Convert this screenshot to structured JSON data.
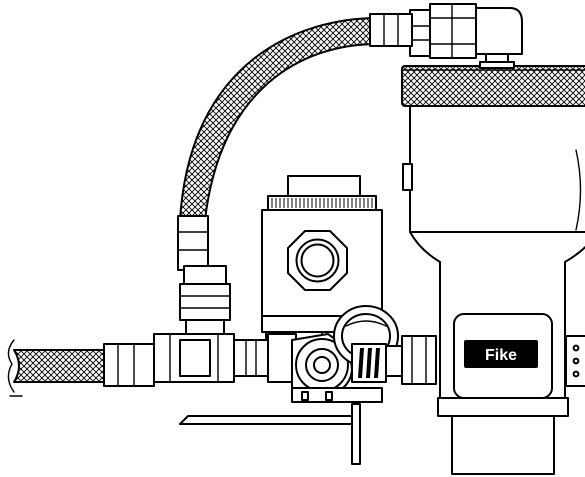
{
  "logo": {
    "text": "Fike"
  },
  "colors": {
    "line": "#000000",
    "background": "#ffffff",
    "logo_plate": "#000000"
  },
  "icons": [
    "braided-hose",
    "solenoid-valve",
    "pressure-gauge",
    "swivel-nut",
    "elbow-fitting",
    "valve-body"
  ]
}
